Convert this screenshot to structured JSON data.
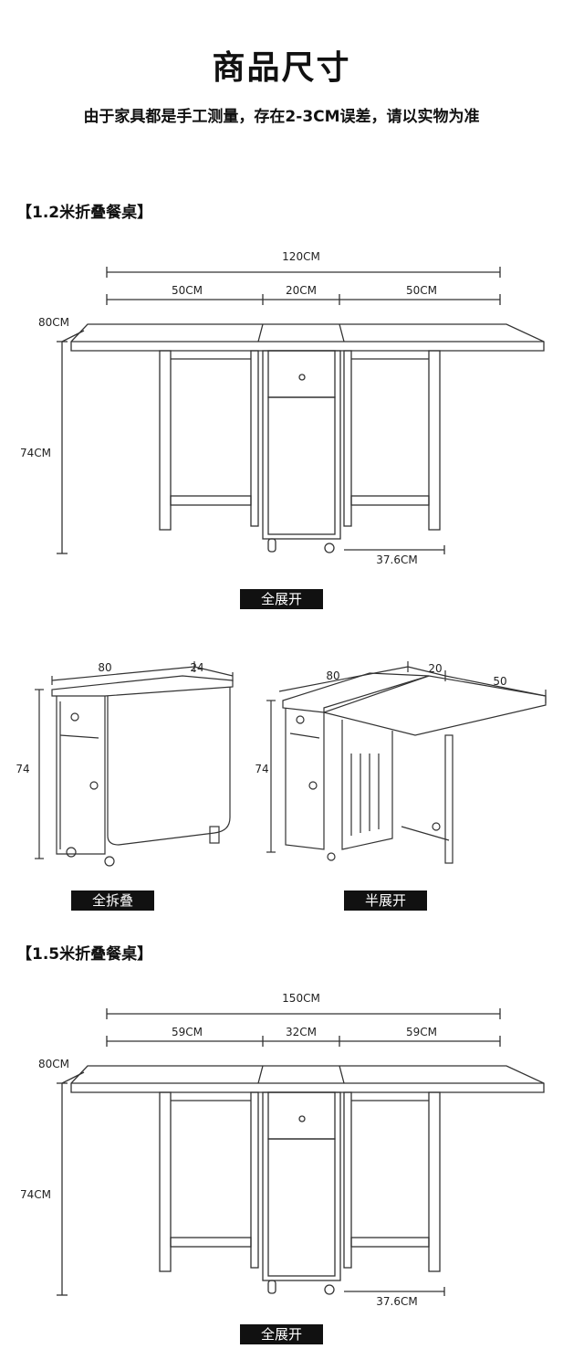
{
  "header": {
    "title": "商品尺寸",
    "note": "由于家具都是手工测量，存在2-3CM误差，请以实物为准"
  },
  "sections": [
    {
      "heading": "【1.2米折叠餐桌】",
      "total": "120CM",
      "left": "50CM",
      "middle": "20CM",
      "right": "50CM",
      "depth": "80CM",
      "height": "74CM",
      "cabinet": "37.6CM",
      "state": "全展开"
    },
    {
      "heading": "【1.5米折叠餐桌】",
      "total": "150CM",
      "left": "59CM",
      "middle": "32CM",
      "right": "59CM",
      "depth": "80CM",
      "height": "74CM",
      "cabinet": "37.6CM",
      "state": "全展开"
    }
  ],
  "folded": {
    "width": "80",
    "depth": "24",
    "height": "74",
    "state": "全拆叠"
  },
  "half": {
    "width": "80",
    "middle": "20",
    "leaf": "50",
    "height": "74",
    "state": "半展开"
  }
}
